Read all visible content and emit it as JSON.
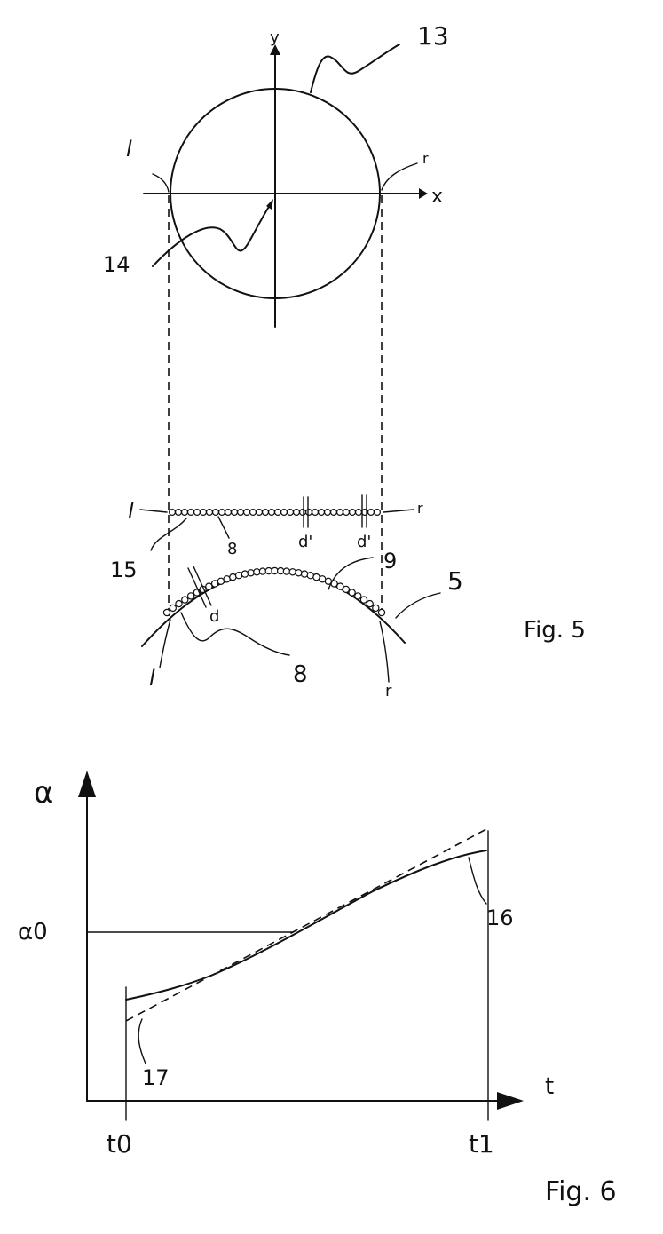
{
  "fig5": {
    "caption": "Fig. 5",
    "axes": {
      "x": "x",
      "y": "y"
    },
    "labels": {
      "ref13": "13",
      "ref14": "14",
      "ref15": "15",
      "ref8_top": "8",
      "ref8_bottom": "8",
      "ref9": "9",
      "ref5": "5",
      "l_circle": "l",
      "r_circle": "r",
      "l_line": "l",
      "r_line": "r",
      "l_arc": "l",
      "r_arc": "r",
      "d_line_1": "d'",
      "d_line_2": "d'",
      "d_arc": "d"
    }
  },
  "fig6": {
    "caption": "Fig. 6",
    "labels": {
      "y_axis": "α",
      "alpha0": "α0",
      "x_axis": "t",
      "t0": "t0",
      "t1": "t1",
      "ref16": "16",
      "ref17": "17"
    }
  }
}
